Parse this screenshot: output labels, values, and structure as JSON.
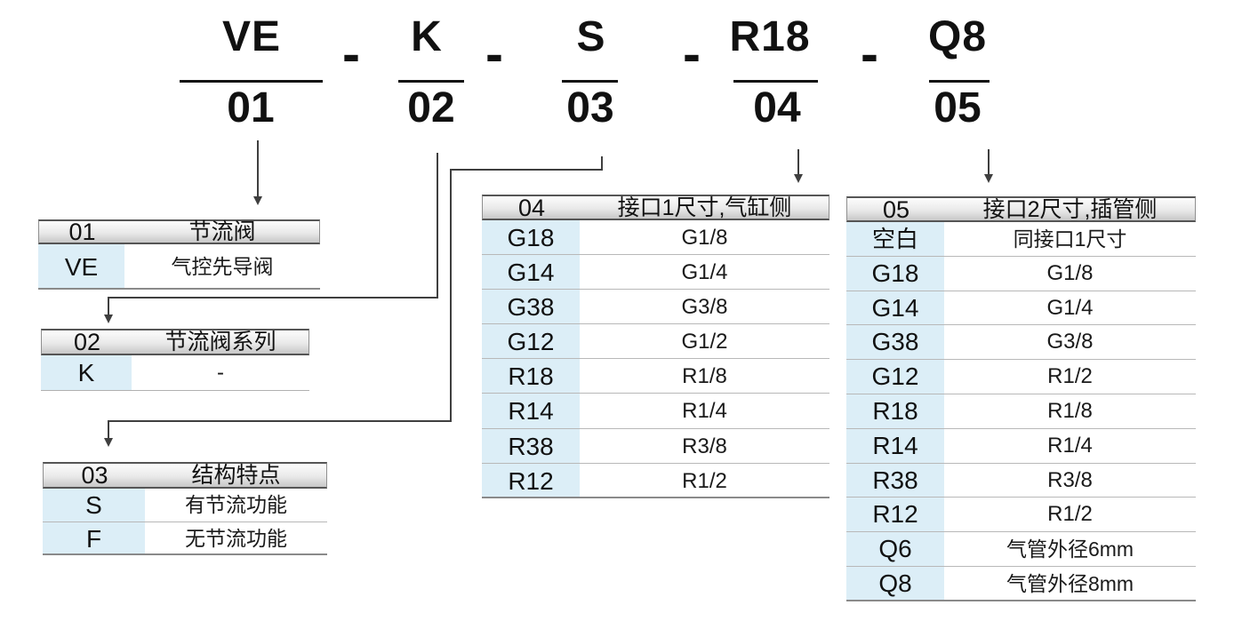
{
  "model_code": {
    "separator": "-",
    "fields": [
      {
        "code": "VE",
        "num": "01"
      },
      {
        "code": "K",
        "num": "02"
      },
      {
        "code": "S",
        "num": "03"
      },
      {
        "code": "R18",
        "num": "04"
      },
      {
        "code": "Q8",
        "num": "05"
      }
    ]
  },
  "tables": [
    {
      "id": "01",
      "title": "节流阀",
      "rows": [
        {
          "code": "VE",
          "desc": "气控先导阀"
        }
      ]
    },
    {
      "id": "02",
      "title": "节流阀系列",
      "rows": [
        {
          "code": "K",
          "desc": "-"
        }
      ]
    },
    {
      "id": "03",
      "title": "结构特点",
      "rows": [
        {
          "code": "S",
          "desc": "有节流功能"
        },
        {
          "code": "F",
          "desc": "无节流功能"
        }
      ]
    },
    {
      "id": "04",
      "title": "接口1尺寸,气缸侧",
      "rows": [
        {
          "code": "G18",
          "desc": "G1/8"
        },
        {
          "code": "G14",
          "desc": "G1/4"
        },
        {
          "code": "G38",
          "desc": "G3/8"
        },
        {
          "code": "G12",
          "desc": "G1/2"
        },
        {
          "code": "R18",
          "desc": "R1/8"
        },
        {
          "code": "R14",
          "desc": "R1/4"
        },
        {
          "code": "R38",
          "desc": "R3/8"
        },
        {
          "code": "R12",
          "desc": "R1/2"
        }
      ]
    },
    {
      "id": "05",
      "title": "接口2尺寸,插管侧",
      "rows": [
        {
          "code": "空白",
          "desc": "同接口1尺寸"
        },
        {
          "code": "G18",
          "desc": "G1/8"
        },
        {
          "code": "G14",
          "desc": "G1/4"
        },
        {
          "code": "G38",
          "desc": "G3/8"
        },
        {
          "code": "G12",
          "desc": "R1/2"
        },
        {
          "code": "R18",
          "desc": "R1/8"
        },
        {
          "code": "R14",
          "desc": "R1/4"
        },
        {
          "code": "R38",
          "desc": "R3/8"
        },
        {
          "code": "R12",
          "desc": "R1/2"
        },
        {
          "code": "Q6",
          "desc": "气管外径6mm"
        },
        {
          "code": "Q8",
          "desc": "气管外径8mm"
        }
      ]
    }
  ],
  "colors": {
    "code_cell_bg": "#dceef7",
    "header_gradient_top": "#fdfdfd",
    "header_gradient_bottom": "#c7c7c7",
    "line_color": "#3f3f3f",
    "text_color": "#161616"
  }
}
